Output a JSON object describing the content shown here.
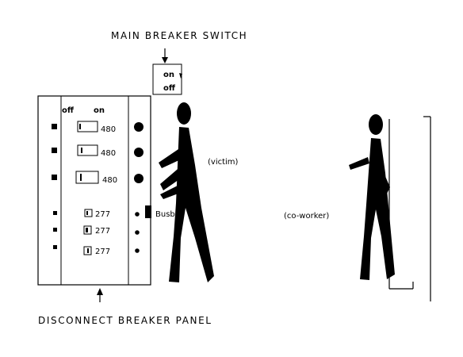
{
  "diagram": {
    "main_breaker_label": "MAIN BREAKER SWITCH",
    "main_switch": {
      "on_label": "on",
      "off_label": "off"
    },
    "panel_label": "DISCONNECT BREAKER PANEL",
    "panel_header": {
      "off_label": "off",
      "on_label": "on"
    },
    "breakers": [
      {
        "rating": "480"
      },
      {
        "rating": "480"
      },
      {
        "rating": "480"
      },
      {
        "rating": "277"
      },
      {
        "rating": "277"
      },
      {
        "rating": "277"
      }
    ],
    "busbar_label": "Busbar",
    "victim_label": "(victim)",
    "coworker_label": "(co-worker)"
  },
  "colors": {
    "ink": "#000000",
    "background": "#ffffff"
  }
}
